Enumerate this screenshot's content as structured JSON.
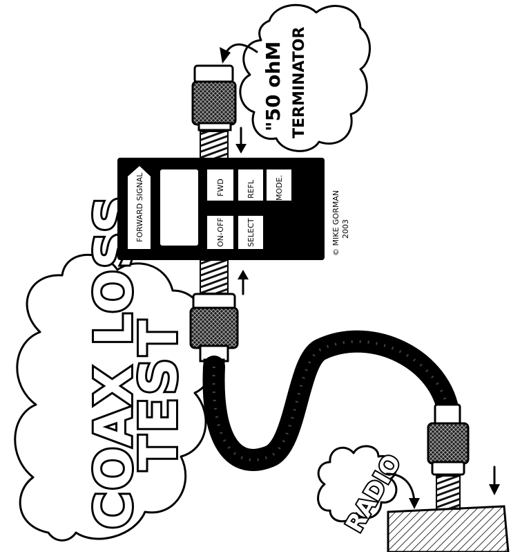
{
  "title": {
    "line1": "COAX LOSS",
    "line2": "TEST"
  },
  "terminator": {
    "line1": "\"50 ohM",
    "line2": "TERMINATOR"
  },
  "radio_label": "RADIO",
  "meter": {
    "bar_label": "FORWARD SIGNAL",
    "buttons": {
      "fwd": "FWD",
      "refl": "REFL",
      "mode": "MODE.",
      "onoff": "ON-OFF",
      "select": "SELECT"
    }
  },
  "credit": {
    "line1": "© MIKE GORMAN",
    "line2": "2003"
  },
  "colors": {
    "ink": "#000000",
    "paper": "#ffffff"
  }
}
